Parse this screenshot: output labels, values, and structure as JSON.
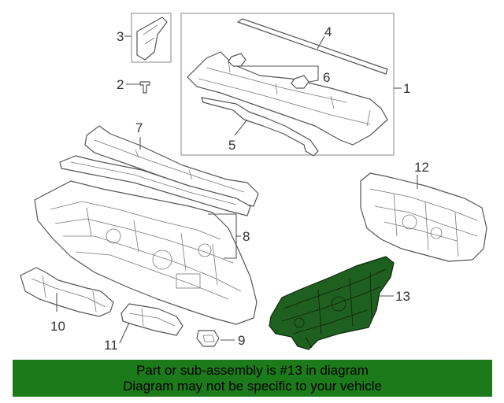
{
  "callouts": [
    {
      "id": "c1",
      "label": "1"
    },
    {
      "id": "c2",
      "label": "2"
    },
    {
      "id": "c3",
      "label": "3"
    },
    {
      "id": "c4",
      "label": "4"
    },
    {
      "id": "c5",
      "label": "5"
    },
    {
      "id": "c6",
      "label": "6"
    },
    {
      "id": "c7",
      "label": "7"
    },
    {
      "id": "c8",
      "label": "8"
    },
    {
      "id": "c9",
      "label": "9"
    },
    {
      "id": "c10",
      "label": "10"
    },
    {
      "id": "c11",
      "label": "11"
    },
    {
      "id": "c12",
      "label": "12"
    },
    {
      "id": "c13",
      "label": "13"
    }
  ],
  "highlighted_part": "13",
  "colors": {
    "banner_background": "#1d7a1b",
    "highlight_part": "#1f5f1f",
    "line_art": "#555555"
  },
  "banner": {
    "line1": "Part or sub-assembly is #13 in diagram",
    "line2": "Diagram may not be specific to your vehicle"
  }
}
